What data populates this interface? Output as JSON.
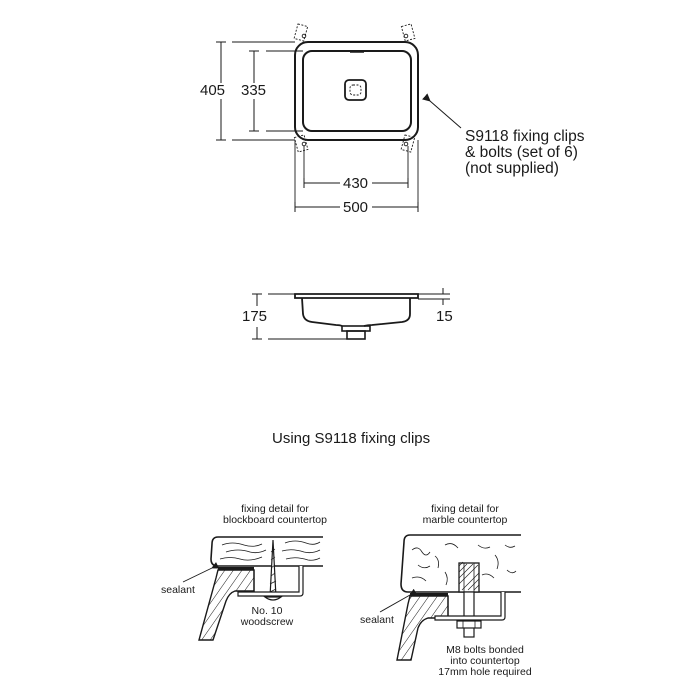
{
  "plan_view": {
    "dimensions": {
      "overall_depth": "405",
      "bowl_depth": "335",
      "bowl_width": "430",
      "overall_width": "500"
    },
    "callout": {
      "line1": "S9118 fixing clips",
      "line2": "& bolts (set of 6)",
      "line3": "(not supplied)"
    }
  },
  "side_view": {
    "dimensions": {
      "overall_height": "175",
      "rim_thickness": "15"
    }
  },
  "section_title": "Using S9118 fixing clips",
  "details": [
    {
      "title_line1": "fixing detail for",
      "title_line2": "blockboard countertop",
      "sealant_label": "sealant",
      "fixing_line1": "No. 10",
      "fixing_line2": "woodscrew"
    },
    {
      "title_line1": "fixing detail for",
      "title_line2": "marble countertop",
      "sealant_label": "sealant",
      "fixing_line1": "M8 bolts bonded",
      "fixing_line2": "into countertop",
      "fixing_line3": "17mm hole required"
    }
  ],
  "colors": {
    "line": "#1a1a1a",
    "background": "#ffffff"
  }
}
